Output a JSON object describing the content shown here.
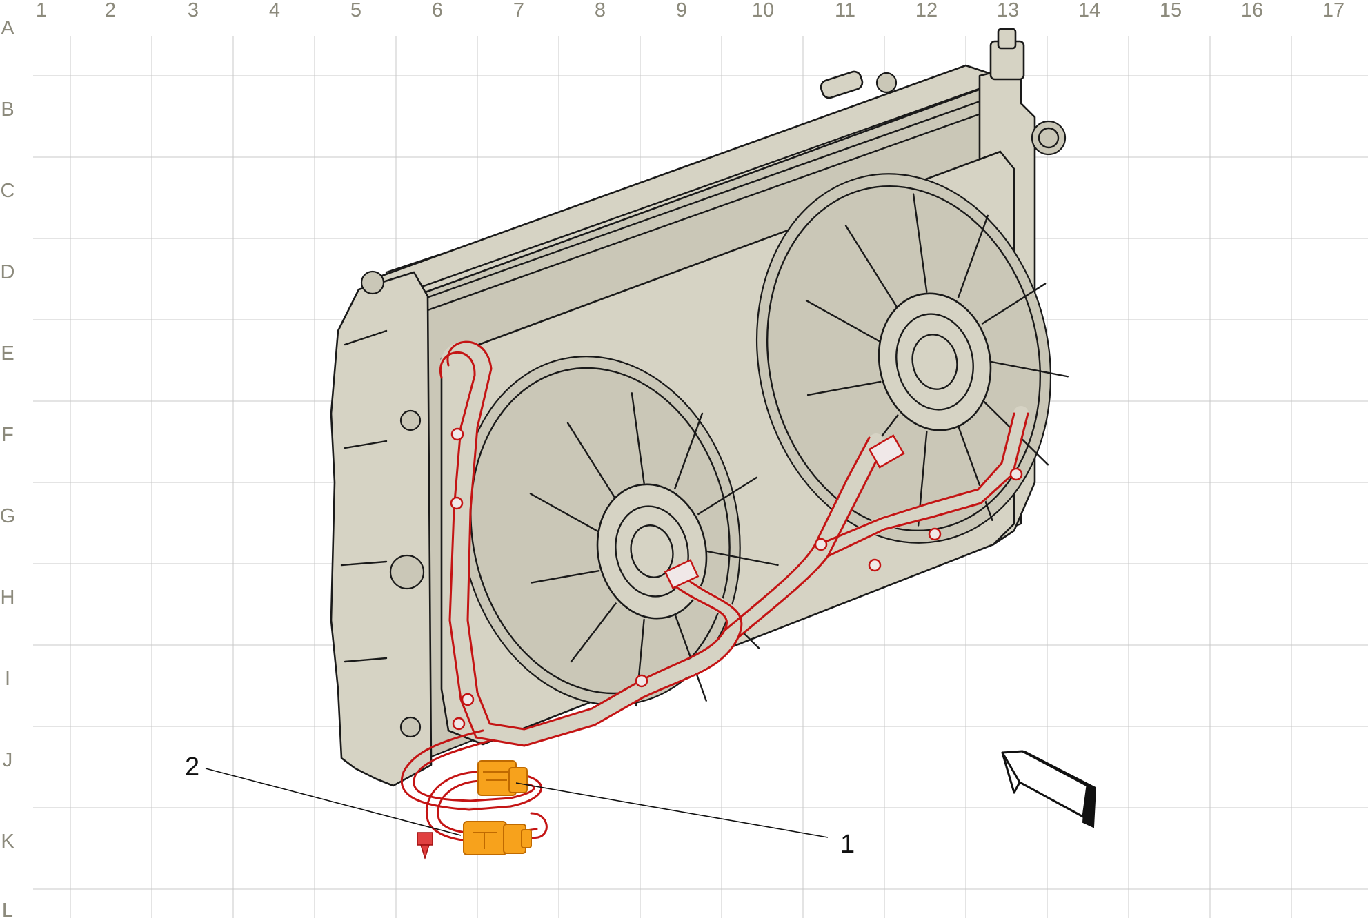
{
  "grid": {
    "columns": [
      "1",
      "2",
      "3",
      "4",
      "5",
      "6",
      "7",
      "8",
      "9",
      "10",
      "11",
      "12",
      "13",
      "14",
      "15",
      "16",
      "17"
    ],
    "rows": [
      "A",
      "B",
      "C",
      "D",
      "E",
      "F",
      "G",
      "H",
      "I",
      "J",
      "K",
      "L"
    ]
  },
  "callouts": [
    {
      "label": "1",
      "part": "connector-upper"
    },
    {
      "label": "2",
      "part": "connector-lower"
    }
  ],
  "colors": {
    "grid_labels": "#8c8a7c",
    "component_fill": "#d6d3c4",
    "harness": "#c41414",
    "connector_highlight": "#f7a21c"
  },
  "icons": {
    "view_direction": "arrow-view-icon"
  }
}
